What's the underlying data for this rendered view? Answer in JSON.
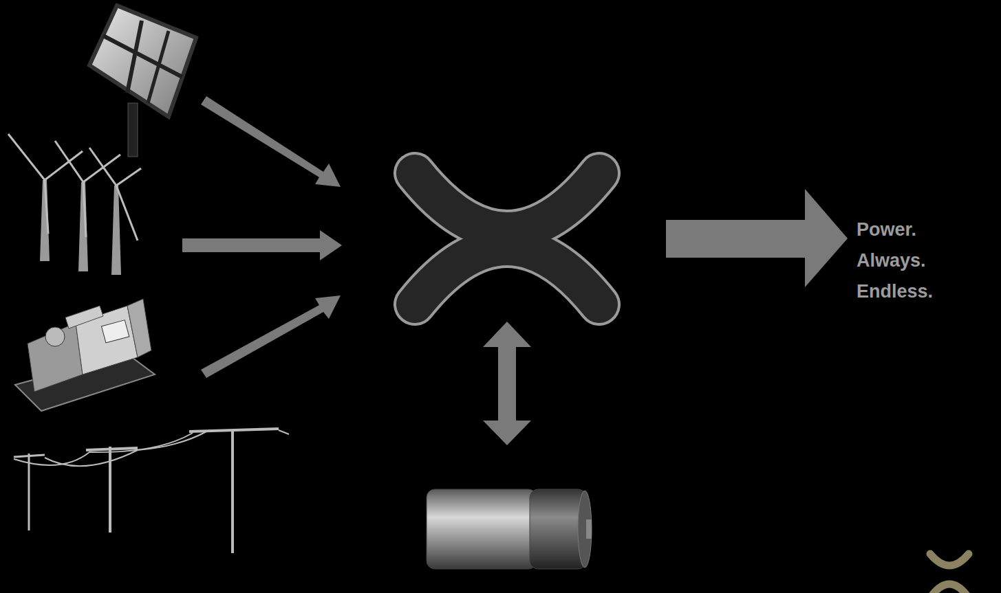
{
  "diagram": {
    "labels": [
      "Power.",
      "Always.",
      "Endless."
    ]
  }
}
